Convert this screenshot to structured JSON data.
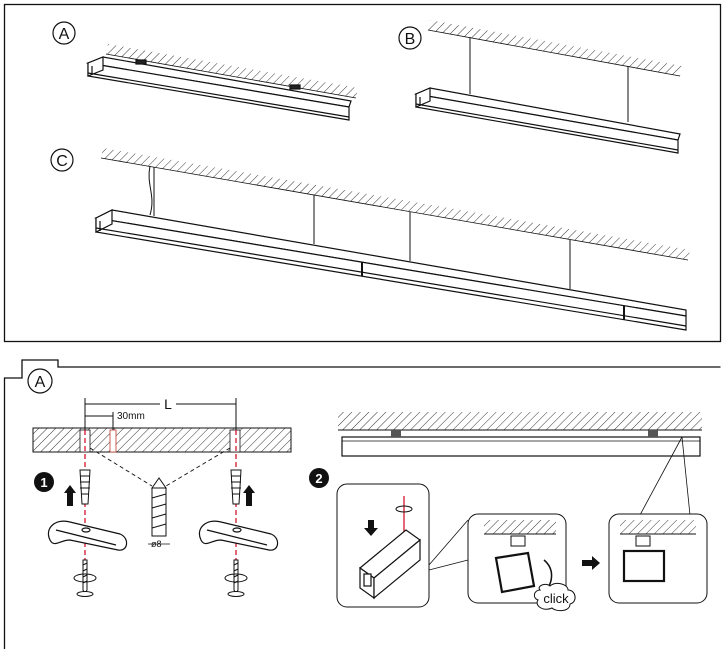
{
  "variants": {
    "a": {
      "label": "A"
    },
    "b": {
      "label": "B"
    },
    "c": {
      "label": "C"
    }
  },
  "section": {
    "label": "A"
  },
  "dimensions": {
    "length_label": "L",
    "offset_label": "30mm",
    "drill_label": "ø8"
  },
  "steps": {
    "one": "1",
    "two": "2"
  },
  "click_label": "click"
}
